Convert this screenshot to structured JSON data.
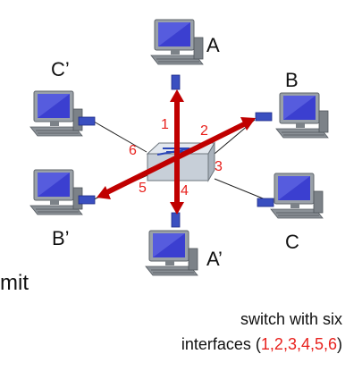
{
  "hosts": {
    "A": "A",
    "B": "B",
    "C": "C",
    "A_prime": "A’",
    "B_prime": "B’",
    "C_prime": "C’"
  },
  "ports": [
    "1",
    "2",
    "3",
    "4",
    "5",
    "6"
  ],
  "partial_text": "mit",
  "caption": {
    "line1": "switch with six",
    "line2_prefix": "interfaces (",
    "line2_ports": "1,2,3,4,5,6",
    "line2_suffix": ")"
  },
  "colors": {
    "arrow": "#c00000",
    "port_label": "#e8211d",
    "switch": "#c7cfd8",
    "adapter": "#3a4fc0"
  }
}
